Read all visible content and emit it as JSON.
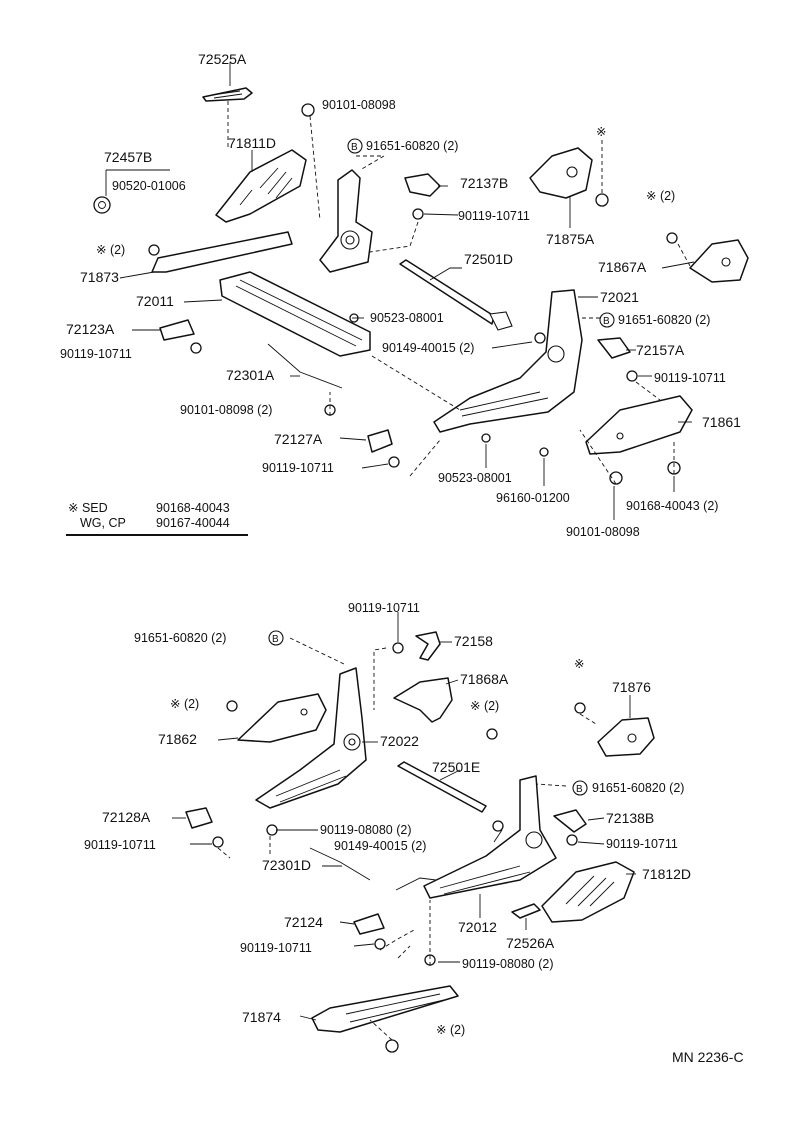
{
  "labels": {
    "p72525A": "72525A",
    "p90101_08098_a": "90101-08098",
    "p71811D": "71811D",
    "p91651_60820_a": "91651-60820 (2)",
    "p72457B": "72457B",
    "p90520_01006": "90520-01006",
    "p72137B": "72137B",
    "p90119_10711_a": "90119-10711",
    "p71875A": "71875A",
    "p71867A": "71867A",
    "p72501D": "72501D",
    "p71873": "71873",
    "p72011": "72011",
    "p72021": "72021",
    "p90523_08001_a": "90523-08001",
    "p91651_60820_b": "91651-60820 (2)",
    "p72123A": "72123A",
    "p90149_40015_a": "90149-40015 (2)",
    "p72157A": "72157A",
    "p90119_10711_b": "90119-10711",
    "p72301A": "72301A",
    "p90119_10711_c": "90119-10711",
    "p90101_08098_b": "90101-08098 (2)",
    "p71861": "71861",
    "p72127A": "72127A",
    "p90119_10711_d": "90119-10711",
    "p90523_08001_b": "90523-08001",
    "p96160_01200": "96160-01200",
    "p90168_40043_2": "90168-40043 (2)",
    "p90101_08098_c": "90101-08098",
    "p90119_10711_e": "90119-10711",
    "p91651_60820_c": "91651-60820 (2)",
    "p72158": "72158",
    "p71868A": "71868A",
    "p71876": "71876",
    "p71862": "71862",
    "p72022": "72022",
    "p72501E": "72501E",
    "p91651_60820_d": "91651-60820 (2)",
    "p72128A": "72128A",
    "p72138B": "72138B",
    "p90119_08080_a": "90119-08080 (2)",
    "p90119_10711_f": "90119-10711",
    "p90149_40015_b": "90149-40015 (2)",
    "p90119_10711_g": "90119-10711",
    "p71812D": "71812D",
    "p72301D": "72301D",
    "p72012": "72012",
    "p72124": "72124",
    "p72526A": "72526A",
    "p90119_10711_h": "90119-10711",
    "p90119_08080_b": "90119-08080 (2)",
    "p71874": "71874"
  },
  "marks": {
    "star_2": "※ (2)",
    "star": "※",
    "circle_b": "B"
  },
  "legend": {
    "row1_code": "※ SED",
    "row1_part": "90168-40043",
    "row2_code": "WG, CP",
    "row2_part": "90167-40044"
  },
  "footer": {
    "code": "MN  2236-C"
  }
}
